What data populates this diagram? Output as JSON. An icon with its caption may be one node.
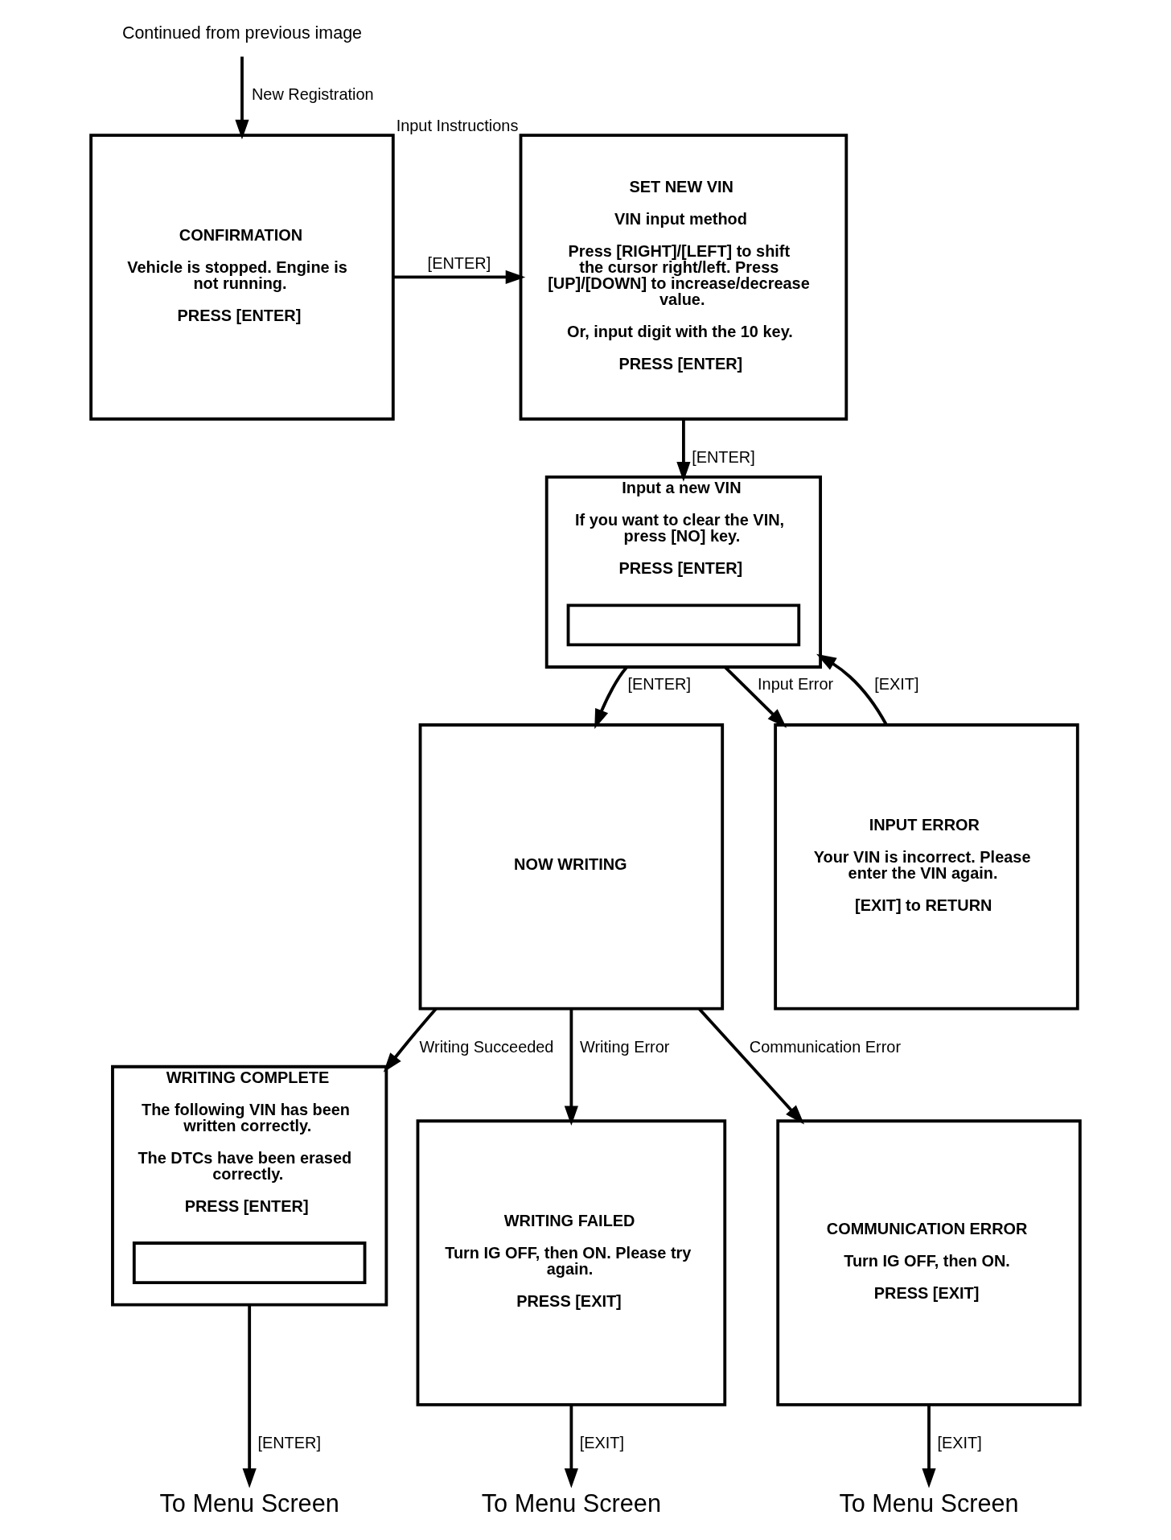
{
  "diagram": {
    "nodes": [
      {
        "text": [
          "Continued from previous image"
        ]
      },
      {
        "text": [
          "CONFIRMATION",
          "Vehicle is stopped. Engine is not running.",
          "PRESS [ENTER]"
        ]
      },
      {
        "text": [
          "SET NEW VIN",
          "VIN input method",
          "Press [RIGHT]/[LEFT] to shift the cursor right/left. Press [UP]/[DOWN] to increase/decrease value.",
          "Or, input digit with the 10 key.",
          "PRESS [ENTER]"
        ],
        "beside": [
          "Input Instructions"
        ]
      },
      {
        "text": [
          "Input a new VIN",
          "If you want to clear the VIN, press [NO] key.",
          "PRESS [ENTER]"
        ]
      },
      {
        "text": [],
        "shape": "box",
        "in": 3
      },
      {
        "text": [
          "NOW WRITING"
        ]
      },
      {
        "text": [
          "INPUT ERROR",
          "Your VIN is incorrect. Please enter the VIN again.",
          "[EXIT] to RETURN"
        ]
      },
      {
        "text": [
          "WRITING COMPLETE",
          "The following VIN has been written correctly.",
          "The DTCs have been erased correctly.",
          "PRESS [ENTER]"
        ]
      },
      {
        "text": [],
        "shape": "box",
        "in": 7
      },
      {
        "text": [
          "WRITING FAILED",
          "Turn IG OFF, then ON. Please try again.",
          "PRESS [EXIT]"
        ]
      },
      {
        "text": [
          "COMMUNICATION ERROR",
          "Turn IG OFF, then ON.",
          "PRESS [EXIT]"
        ]
      },
      {
        "text": [
          "To Menu Screen"
        ]
      },
      {
        "text": [
          "To Menu Screen"
        ]
      },
      {
        "text": [
          "To Menu Screen"
        ]
      }
    ],
    "edges": [
      {
        "from": 0,
        "to": 1,
        "arrow": "to",
        "label": "New Registration"
      },
      {
        "from": 1,
        "to": 2,
        "arrow": "to",
        "label": "[ENTER]"
      },
      {
        "from": 2,
        "to": 3,
        "arrow": "to",
        "label": "[ENTER]"
      },
      {
        "from": 3,
        "to": 5,
        "arrow": "to",
        "label": "[ENTER]"
      },
      {
        "from": 3,
        "to": 6,
        "arrow": "to",
        "label": "Input Error"
      },
      {
        "from": 6,
        "to": 3,
        "arrow": "to",
        "label": "[EXIT]"
      },
      {
        "from": 5,
        "to": 7,
        "arrow": "to",
        "label": "Writing Succeeded"
      },
      {
        "from": 5,
        "to": 9,
        "arrow": "to",
        "label": "Writing Error"
      },
      {
        "from": 5,
        "to": 10,
        "arrow": "to",
        "label": "Communication Error"
      },
      {
        "from": 7,
        "to": 11,
        "arrow": "to",
        "label": "[ENTER]"
      },
      {
        "from": 9,
        "to": 12,
        "arrow": "to",
        "label": "[EXIT]"
      },
      {
        "from": 10,
        "to": 13,
        "arrow": "to",
        "label": "[EXIT]"
      }
    ]
  }
}
